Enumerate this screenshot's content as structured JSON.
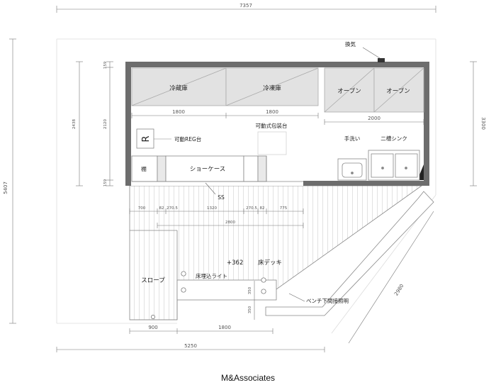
{
  "dimensions": {
    "top_total": "7357",
    "left_total": "5407",
    "right_total": "3300",
    "left_inner_total": "2438",
    "left_inner_top": "159",
    "left_inner_mid": "2120",
    "left_inner_bottom": "159",
    "fridge_width": "1800",
    "freezer_width": "1800",
    "ovens_width": "2000",
    "counter_segments": [
      "700",
      "82",
      "270.5",
      "1320",
      "270.5",
      "82",
      "775"
    ],
    "counter_total": "2800",
    "bottom_left": "900",
    "bottom_mid": "1800",
    "bottom_total": "5250",
    "diagonal": "2980",
    "light_v1": "350",
    "light_v2": "350"
  },
  "labels": {
    "ventilation": "換気",
    "fridge": "冷蔵庫",
    "freezer": "冷凍庫",
    "oven1": "オーブン",
    "oven2": "オーブン",
    "mobile_wrapping": "可動式包装台",
    "mobile_reg": "可動REG台",
    "reg_symbol": "R",
    "hand_wash": "手洗い",
    "double_sink": "二槽シンク",
    "shelf": "棚",
    "showcase": "ショーケース",
    "ss": "SS",
    "level": "+362",
    "floor_deck": "床デッキ",
    "floor_light": "床埋込ライト",
    "slope": "スロープ",
    "bench_light": "ベンチ下間接照明"
  },
  "footer": {
    "credit": "M&Associates"
  }
}
